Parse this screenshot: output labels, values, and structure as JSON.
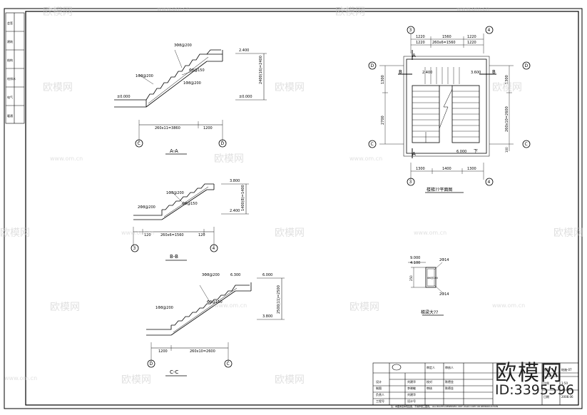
{
  "drawing": {
    "section_aa": {
      "title": "A-A",
      "rebar_top": "3Φ8@200",
      "rebar_mid": "1Φ8@200",
      "rebar_bot": "1Φ8@200",
      "rebar_dist": "Φ8@150",
      "elev_top": "2.400",
      "elev_bot": "±0.000",
      "floor_elev": "±0.000",
      "height_dim": "2400(16)=2400",
      "span_dim": "260x11=3860",
      "landing_dim": "1200",
      "axis_left": "C",
      "axis_right": "D"
    },
    "section_bb": {
      "title": "B-B",
      "rebar_top": "1Φ8@200",
      "rebar_bot": "2Φ8@200",
      "rebar_dist": "Φ8@150",
      "elev_top": "3.800",
      "elev_bot": "2.400",
      "height_dim": "1400(8)=1400",
      "dim_left": "120",
      "span_dim": "260x6=1560",
      "dim_right": "120",
      "axis_left": "3",
      "axis_right": "4"
    },
    "section_cc": {
      "title": "C-C",
      "rebar_top": "3Φ8@200",
      "rebar_bot": "1Φ8@200",
      "rebar_dist": "Φ8@150",
      "elev_top": "6.300",
      "elev_top2": "6.000",
      "elev_bot": "3.800",
      "height_dim": "2500(11)=2500",
      "landing_dim": "1200",
      "span_dim": "260x10=2600",
      "axis_left": "D",
      "axis_right": "C"
    },
    "plan": {
      "title": "楼梯??平面图",
      "top_dims": [
        "1220",
        "1560",
        "1220"
      ],
      "top_dims2": [
        "1220",
        "260x6=1560",
        "1220"
      ],
      "bottom_dims": [
        "1300",
        "1400",
        "1300"
      ],
      "left_dims": [
        "1300",
        "2700"
      ],
      "right_dims": [
        "1300",
        "260x10=2600",
        "100"
      ],
      "axis_top": [
        "3",
        "4"
      ],
      "axis_bottom": [
        "3",
        "4"
      ],
      "axis_left": [
        "D",
        "C"
      ],
      "axis_right": [
        "D",
        "C"
      ],
      "label_a_top": "A",
      "label_a_bottom": "A",
      "label_b_left": "B",
      "label_b_right": "B",
      "elev_1": "2.400",
      "elev_2": "3.600",
      "elev_3": "6.000",
      "down_label": "下"
    },
    "beam": {
      "title": "梯梁大??",
      "elev_1": "9.000",
      "elev_2": "4.100",
      "rebar_top": "2Φ14",
      "rebar_bot": "2Φ14",
      "stirrup": "Φ6@200",
      "height": "250"
    },
    "title_block": {
      "rows": [
        [
          "设计",
          "刘建华",
          "审定人",
          "审核人"
        ],
        [
          "制图",
          "李晓敏",
          "校对",
          "陈德金"
        ],
        [
          "负责人",
          "刘建华",
          "审核",
          "陈德金"
        ],
        [
          "工程号",
          "设计号",
          "",
          ""
        ]
      ],
      "note": "注：本图未经本院签章，不得作施工图用。 ALL RIGHTS RESERVED. NOT VALID COPY OR REPRODUCTION",
      "sheet_labels": [
        "图号",
        "比例",
        "日期"
      ],
      "sheet_values": [
        "结施-07",
        "1:50",
        "2008.06"
      ]
    },
    "left_strip": [
      "会签",
      "建筑",
      "结构",
      "给排水",
      "电气",
      "暖通"
    ]
  },
  "watermark": {
    "site": "www.om.cn",
    "brand": "欧模网"
  },
  "brand": "欧模网",
  "id_tag": "ID:3395596"
}
